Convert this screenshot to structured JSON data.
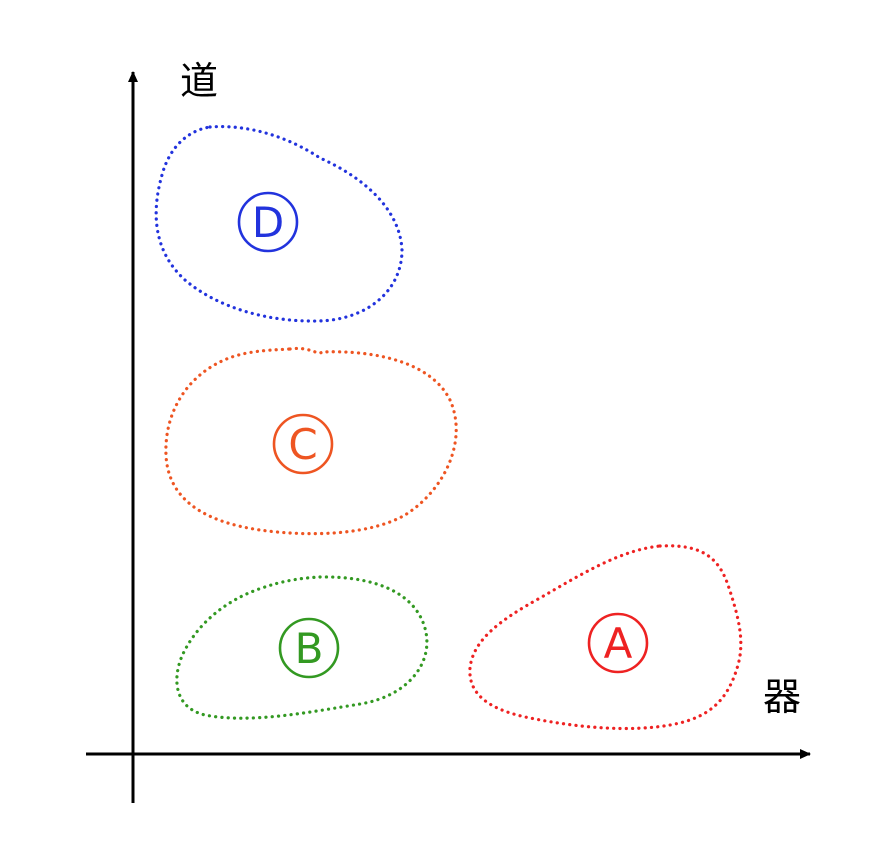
{
  "axes": {
    "y_label": "道",
    "x_label": "器",
    "color": "#000000"
  },
  "regions": [
    {
      "id": "D",
      "label": "D",
      "color": "#2233dd"
    },
    {
      "id": "C",
      "label": "C",
      "color": "#ee5522"
    },
    {
      "id": "B",
      "label": "B",
      "color": "#339922"
    },
    {
      "id": "A",
      "label": "A",
      "color": "#ee2222"
    }
  ]
}
